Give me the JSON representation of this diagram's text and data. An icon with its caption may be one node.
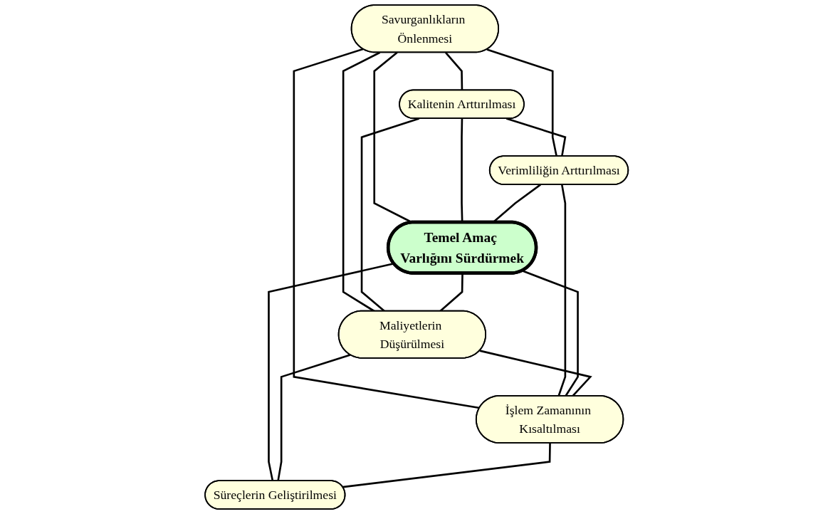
{
  "diagram": {
    "nodes": [
      {
        "text": [
          "Savurganlıkların Önlenmesi"
        ]
      },
      {
        "text": [
          "Kalitenin Arttırılması"
        ]
      },
      {
        "text": [
          "Verimliliğin Arttırılması"
        ]
      },
      {
        "text": [
          "Temel Amaç Varlığını Sürdürmek"
        ]
      },
      {
        "text": [
          "Maliyetlerin Düşürülmesi"
        ]
      },
      {
        "text": [
          "İşlem Zamanının Kısaltılması"
        ]
      },
      {
        "text": [
          "Süreçlerin Geliştirilmesi"
        ]
      }
    ],
    "edges": [
      {
        "from": 0,
        "to": 1,
        "arrow": "none"
      },
      {
        "from": 0,
        "to": 2,
        "arrow": "none"
      },
      {
        "from": 0,
        "to": 3,
        "arrow": "none"
      },
      {
        "from": 0,
        "to": 4,
        "arrow": "none"
      },
      {
        "from": 0,
        "to": 5,
        "arrow": "none"
      },
      {
        "from": 1,
        "to": 2,
        "arrow": "none"
      },
      {
        "from": 1,
        "to": 3,
        "arrow": "none"
      },
      {
        "from": 2,
        "to": 3,
        "arrow": "none"
      },
      {
        "from": 1,
        "to": 4,
        "arrow": "none"
      },
      {
        "from": 2,
        "to": 5,
        "arrow": "none"
      },
      {
        "from": 3,
        "to": 4,
        "arrow": "none"
      },
      {
        "from": 3,
        "to": 5,
        "arrow": "none"
      },
      {
        "from": 3,
        "to": 6,
        "arrow": "none"
      },
      {
        "from": 4,
        "to": 5,
        "arrow": "none"
      },
      {
        "from": 4,
        "to": 6,
        "arrow": "none"
      },
      {
        "from": 5,
        "to": 6,
        "arrow": "none"
      }
    ]
  }
}
